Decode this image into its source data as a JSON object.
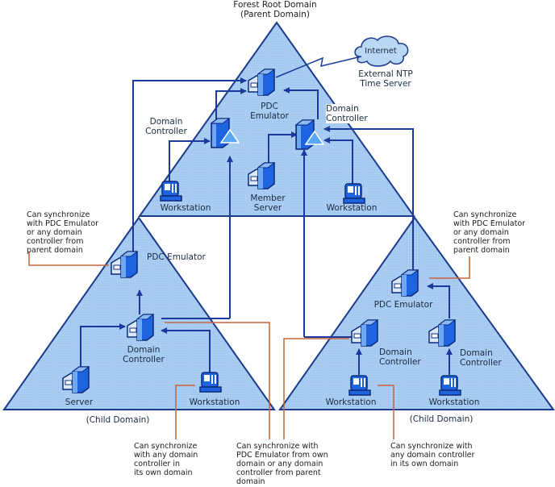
{
  "diagram": {
    "title": "Forest Root Domain\n(Parent Domain)",
    "colors": {
      "domain_fill": "#a9cdf2",
      "domain_stroke": "#1a3a8c",
      "sync_line": "#1a3a9e",
      "note_line": "#c8643c",
      "device_blue": "#1e63e0",
      "cloud_fill": "#b9d6f5"
    },
    "internet": {
      "label": "Internet",
      "icon": "cloud-icon"
    },
    "ntp_label": "External NTP\nTime Server",
    "parent_domain": {
      "pdc_label": "PDC\nEmulator",
      "dc_left_label": "Domain\nController",
      "dc_right_label": "Domain\nController",
      "workstation_left_label": "Workstation",
      "member_server_label": "Member\nServer",
      "workstation_right_label": "Workstation"
    },
    "left_child": {
      "caption": "(Child Domain)",
      "pdc_label": "PDC Emulator",
      "dc_label": "Domain\nController",
      "server_label": "Server",
      "workstation_label": "Workstation"
    },
    "right_child": {
      "caption": "(Child Domain)",
      "pdc_label": "PDC Emulator",
      "dc_left_label": "Domain\nController",
      "dc_right_label": "Domain\nController",
      "workstation_left_label": "Workstation",
      "workstation_right_label": "Workstation"
    },
    "notes": {
      "left_pdc": "Can synchronize\nwith PDC Emulator\nor any domain\ncontroller from\nparent domain",
      "right_pdc": "Can synchronize\nwith PDC Emulator\nor any domain\ncontroller from\nparent domain",
      "left_workstation": "Can synchronize\nwith any domain\ncontroller in\nits own domain",
      "dc_middle": "Can synchronize with\nPDC Emulator from own\ndomain or any domain\ncontroller from parent\ndomain",
      "right_workstation": "Can synchronize with\nany domain controller\nin its own domain"
    }
  }
}
